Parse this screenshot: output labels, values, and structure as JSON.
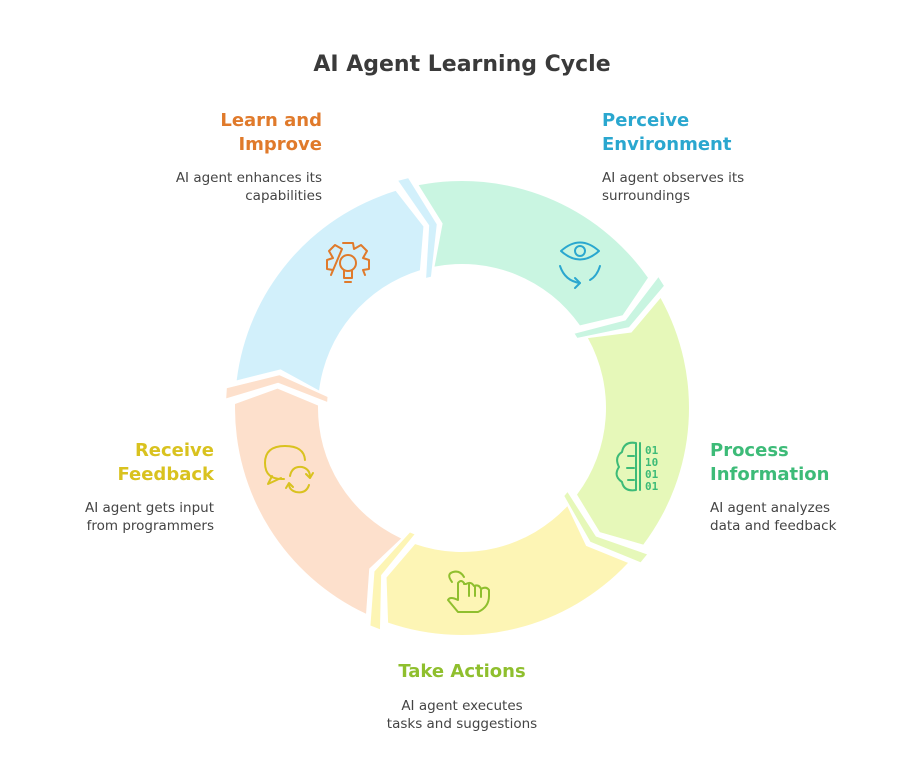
{
  "title": "AI Agent Learning Cycle",
  "stages": [
    {
      "id": "perceive",
      "title": "Perceive\nEnvironment",
      "description": "AI agent observes its\nsurroundings",
      "color": "#2aa7cf",
      "fill": "#d2f0fb",
      "icon": "eye-cycle-icon"
    },
    {
      "id": "process",
      "title": "Process\nInformation",
      "description": "AI agent analyzes\ndata and feedback",
      "color": "#3dbb78",
      "fill": "#c9f5e1",
      "icon": "brain-binary-icon"
    },
    {
      "id": "act",
      "title": "Take Actions",
      "description": "AI agent executes\ntasks and suggestions",
      "color": "#8fbf2e",
      "fill": "#e6f8b9",
      "icon": "hand-tap-icon"
    },
    {
      "id": "feedback",
      "title": "Receive\nFeedback",
      "description": "AI agent gets input\nfrom programmers",
      "color": "#d9c21f",
      "fill": "#fdf5b5",
      "icon": "chat-refresh-icon"
    },
    {
      "id": "learn",
      "title": "Learn and\nImprove",
      "description": "AI agent enhances its\ncapabilities",
      "color": "#e07a2b",
      "fill": "#fde0cc",
      "icon": "gear-bulb-icon"
    }
  ]
}
